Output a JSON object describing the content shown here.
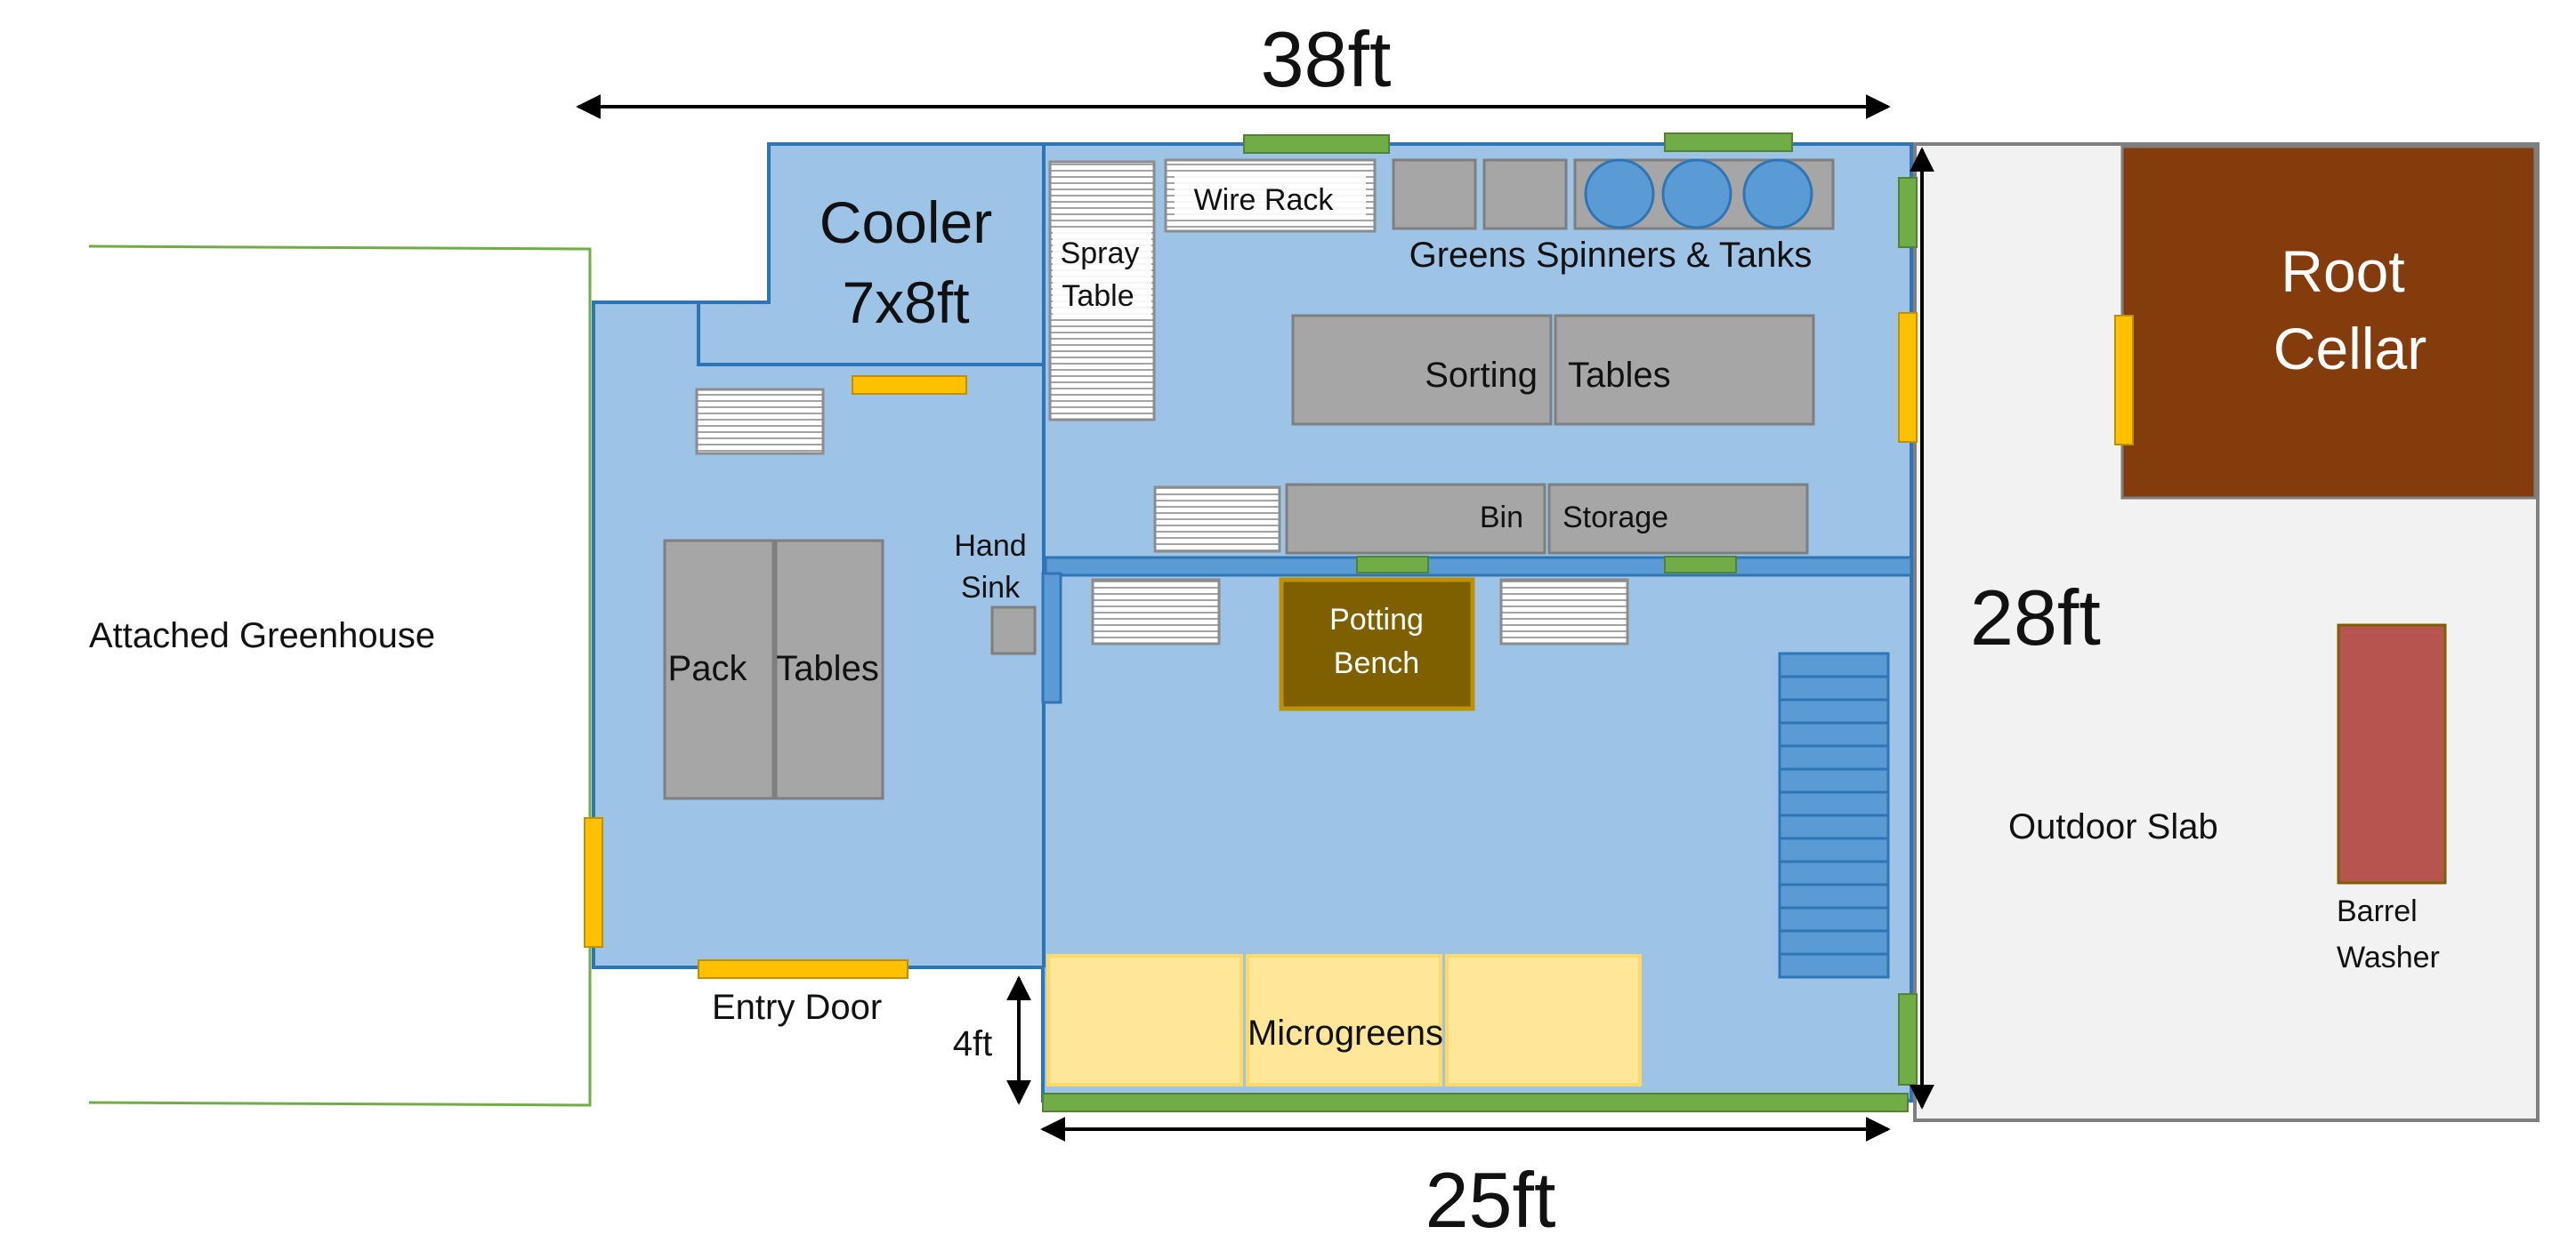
{
  "dimensions": {
    "width_overall": "38ft",
    "depth": "28ft",
    "width_main": "25ft",
    "microgreens_depth": "4ft"
  },
  "areas": {
    "attached_greenhouse": "Attached Greenhouse",
    "cooler_line1": "Cooler",
    "cooler_line2": "7x8ft",
    "root_cellar_line1": "Root",
    "root_cellar_line2": "Cellar",
    "outdoor_slab": "Outdoor Slab"
  },
  "fixtures": {
    "spray_table_line1": "Spray",
    "spray_table_line2": "Table",
    "wire_rack": "Wire Rack",
    "greens_spinners": "Greens Spinners & Tanks",
    "sorting_left": "Sorting",
    "sorting_right": "Tables",
    "bin_left": "Bin",
    "bin_right": "Storage",
    "hand_sink_line1": "Hand",
    "hand_sink_line2": "Sink",
    "pack_left": "Pack",
    "pack_right": "Tables",
    "potting_line1": "Potting",
    "potting_line2": "Bench",
    "microgreens": "Microgreens",
    "entry_door": "Entry Door",
    "barrel_washer_line1": "Barrel",
    "barrel_washer_line2": "Washer"
  },
  "colors": {
    "floor": "#9dc3e6",
    "wall": "#2e75b6",
    "wall_fill": "#5b9bd5",
    "table": "#a6a6a6",
    "table_edge": "#7f7f7f",
    "window": "#70ad47",
    "door": "#ffc000",
    "root_cellar": "#843c0c",
    "potting_bench": "#7f6000",
    "microgreens": "#ffe699",
    "barrel_washer": "#b85450",
    "slab": "#f2f2f2"
  }
}
